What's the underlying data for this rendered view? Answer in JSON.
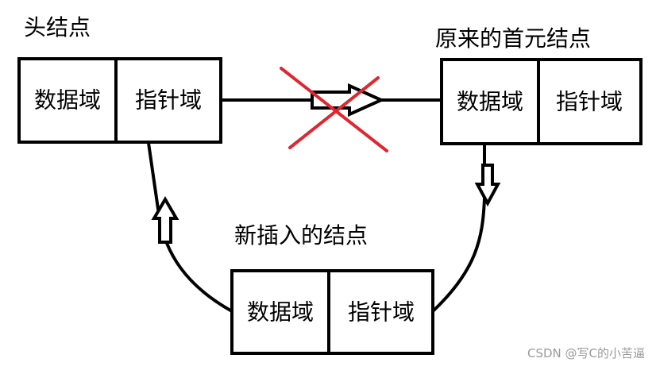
{
  "labels": {
    "head_node": "头结点",
    "original_first_node": "原来的首元结点",
    "new_node": "新插入的结点"
  },
  "nodes": {
    "head": {
      "data_field": "数据域",
      "pointer_field": "指针域"
    },
    "original_first": {
      "data_field": "数据域",
      "pointer_field": "指针域"
    },
    "new": {
      "data_field": "数据域",
      "pointer_field": "指针域"
    }
  },
  "colors": {
    "stroke": "#000000",
    "cross": "#e02630",
    "watermark": "#9a9a9a"
  },
  "watermark": "CSDN @写C的小苦逼"
}
